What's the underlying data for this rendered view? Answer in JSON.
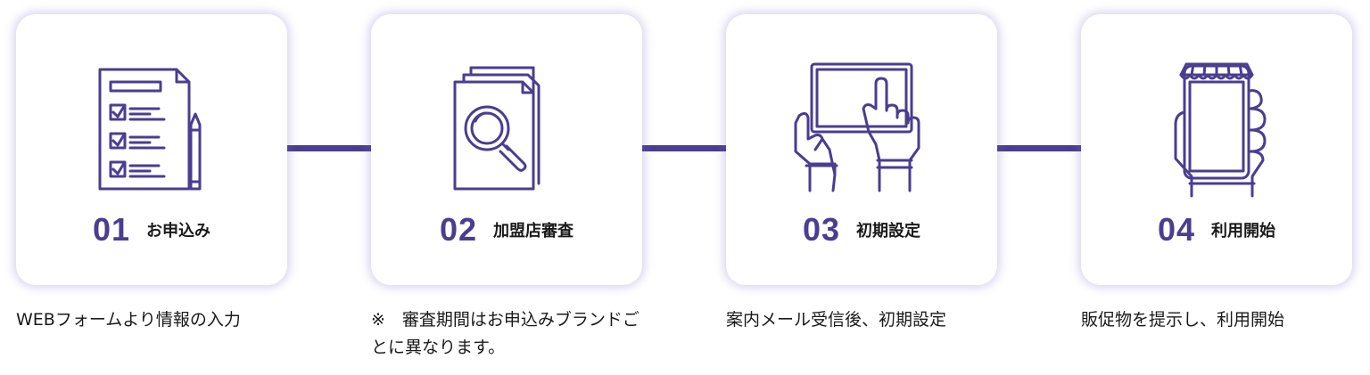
{
  "colors": {
    "accent": "#4b3d8f",
    "text": "#1a1a1a",
    "card_shadow": "#c9bff0"
  },
  "steps": [
    {
      "number": "01",
      "title": "お申込み",
      "description": "WEBフォームより情報の入力",
      "icon": "application-form-icon"
    },
    {
      "number": "02",
      "title": "加盟店審査",
      "description": "※　審査期間はお申込みブランドごとに異なります。",
      "icon": "document-review-icon"
    },
    {
      "number": "03",
      "title": "初期設定",
      "description": "案内メール受信後、初期設定",
      "icon": "tablet-setup-icon"
    },
    {
      "number": "04",
      "title": "利用開始",
      "description": "販促物を提示し、利用開始",
      "icon": "smartphone-store-icon"
    }
  ]
}
